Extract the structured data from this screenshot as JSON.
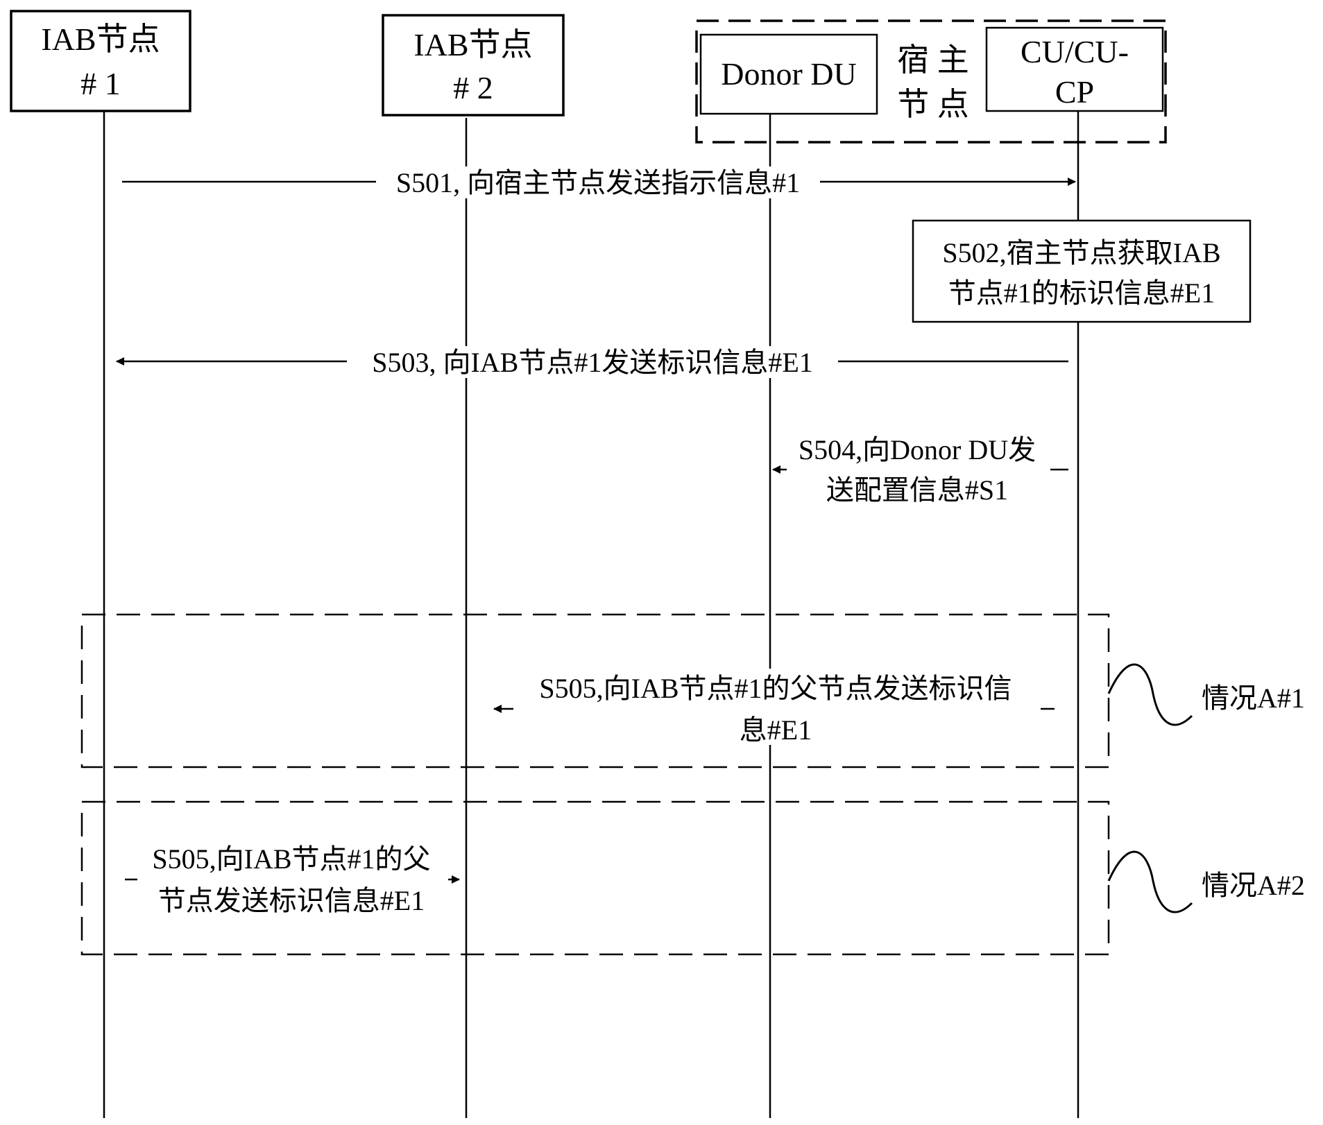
{
  "participants": {
    "iab1": {
      "line1": "IAB节点",
      "line2": "# 1"
    },
    "iab2": {
      "line1": "IAB节点",
      "line2": "# 2"
    },
    "donor_du": {
      "label": "Donor DU"
    },
    "host": {
      "line1": "宿 主",
      "line2": "节 点"
    },
    "cu": {
      "line1": "CU/CU-",
      "line2": "CP"
    }
  },
  "messages": {
    "s501": {
      "text": "S501, 向宿主节点发送指示信息#1"
    },
    "s502": {
      "line1": "S502,宿主节点获取IAB",
      "line2": "节点#1的标识信息#E1"
    },
    "s503": {
      "text": "S503, 向IAB节点#1发送标识信息#E1"
    },
    "s504": {
      "line1": "S504,向Donor DU发",
      "line2": "送配置信息#S1"
    },
    "s505a": {
      "line1": "S505,向IAB节点#1的父节点发送标识信",
      "line2": "息#E1"
    },
    "s505b": {
      "line1": "S505,向IAB节点#1的父",
      "line2": "节点发送标识信息#E1"
    }
  },
  "cases": {
    "a1": {
      "label": "情况A#1"
    },
    "a2": {
      "label": "情况A#2"
    }
  }
}
